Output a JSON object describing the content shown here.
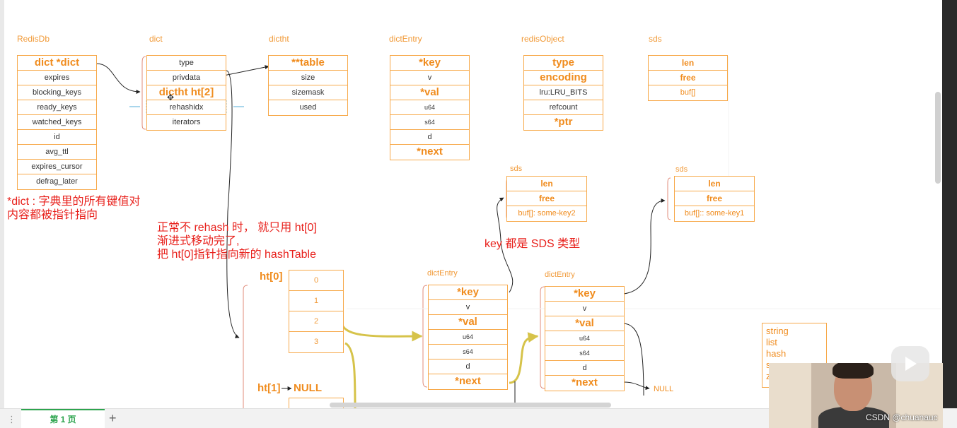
{
  "titles": {
    "redisdb": "RedisDb",
    "dict": "dict",
    "dictht": "dictht",
    "dictentry": "dictEntry",
    "redisobject": "redisObject",
    "sds": "sds",
    "sds2": "sds",
    "sds3": "sds",
    "dictentry2": "dictEntry",
    "dictentry3": "dictEntry"
  },
  "redisdb_rows": [
    "dict  *dict",
    "expires",
    "blocking_keys",
    "ready_keys",
    "watched_keys",
    "id",
    "avg_ttl",
    "expires_cursor",
    "defrag_later"
  ],
  "dict_rows": [
    "type",
    "privdata",
    "dictht ht[2]",
    "rehashidx",
    "iterators"
  ],
  "dictht_rows": [
    "**table",
    "size",
    "sizemask",
    "used"
  ],
  "dictentry_rows": [
    "*key",
    "v",
    "*val",
    "u64",
    "s64",
    "d",
    "*next"
  ],
  "redisobject_rows": [
    "type",
    "encoding",
    "lru:LRU_BITS",
    "refcount",
    "*ptr"
  ],
  "sds_rows": [
    "len",
    "free",
    "buf[]"
  ],
  "sds2_rows": [
    "len",
    "free",
    "buf[]: some-key2"
  ],
  "sds3_rows": [
    "len",
    "free",
    "buf[]:: some-key1"
  ],
  "ht0_label": "ht[0]",
  "ht0_cells": [
    "0",
    "1",
    "2",
    "3"
  ],
  "ht1_label": "ht[1]",
  "ht1_null": "NULL",
  "entry_null": "NULL",
  "notes": {
    "dict_note_1": "*dict : 字典里的所有键值对",
    "dict_note_2": "内容都被指针指向",
    "rehash_1": "正常不 rehash 时， 就只用 ht[0]",
    "rehash_2": "渐进式移动完了,",
    "rehash_3": "把 ht[0]指针指向新的 hashTable",
    "key_sds": "key 都是 SDS 类型"
  },
  "types_list": [
    "string",
    "list",
    "hash",
    "s",
    "z"
  ],
  "bottom": {
    "menu": "⋮",
    "page_tab": "第 1 页",
    "add": "+"
  },
  "watermark": "CSDN @chuanauc",
  "colors": {
    "accent": "#f08c1e",
    "border": "#f7a94a",
    "note": "#e8211c",
    "arrow_yellow": "#d6c34a"
  },
  "icons": {
    "play": "play-icon",
    "cursor": "move-cursor-icon"
  }
}
